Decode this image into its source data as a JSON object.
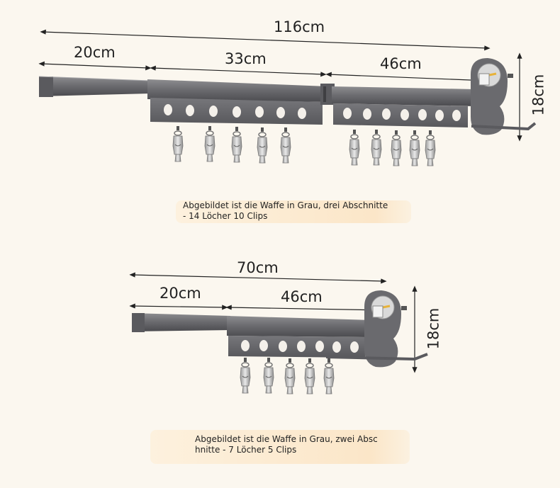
{
  "product": {
    "top": {
      "dimensions": {
        "total_length": "116cm",
        "segment_1": "20cm",
        "segment_2": "33cm",
        "segment_3": "46cm",
        "height": "18cm"
      },
      "caption": {
        "line1": "Abgebildet ist die Waffe in Grau, drei Abschnitte",
        "line2": " - 14 Löcher 10 Clips"
      }
    },
    "bottom": {
      "dimensions": {
        "total_length": "70cm",
        "segment_1": "20cm",
        "segment_2": "46cm",
        "height": "18cm"
      },
      "caption": {
        "line1": "Abgebildet ist die Waffe in Grau, zwei Absc",
        "line2": "hnitte - 7 Löcher 5 Clips"
      }
    }
  },
  "colors": {
    "background": "#fbf7ef",
    "rack_metal": "#6b6b6e",
    "rack_dark": "#4a4a4d",
    "caption_bg": "#fbe6c8"
  }
}
